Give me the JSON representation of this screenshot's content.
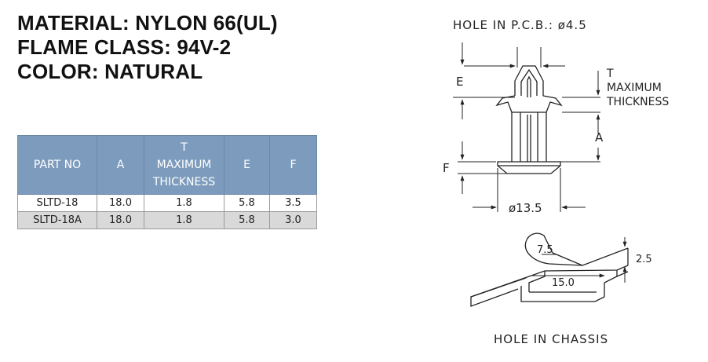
{
  "spec": {
    "material": "MATERIAL: NYLON 66(UL)",
    "flame": "FLAME CLASS: 94V-2",
    "color": "COLOR: NATURAL"
  },
  "table": {
    "headers": {
      "part_no": "PART NO",
      "a": "A",
      "t_line1": "T",
      "t_line2": "MAXIMUM",
      "t_line3": "THICKNESS",
      "e": "E",
      "f": "F"
    },
    "rows": [
      {
        "part_no": "SLTD-18",
        "a": "18.0",
        "t": "1.8",
        "e": "5.8",
        "f": "3.5"
      },
      {
        "part_no": "SLTD-18A",
        "a": "18.0",
        "t": "1.8",
        "e": "5.8",
        "f": "3.0"
      }
    ]
  },
  "drawing": {
    "hole_pcb": "HOLE IN P.C.B.: ø4.5",
    "label_e": "E",
    "label_t": "T",
    "label_t_line2": "MAXIMUM",
    "label_t_line3": "THICKNESS",
    "label_a": "A",
    "label_f": "F",
    "dim_base": "ø13.5",
    "dim_75": "7.5",
    "dim_150": "15.0",
    "dim_25": "2.5",
    "hole_chassis": "HOLE IN CHASSIS"
  }
}
